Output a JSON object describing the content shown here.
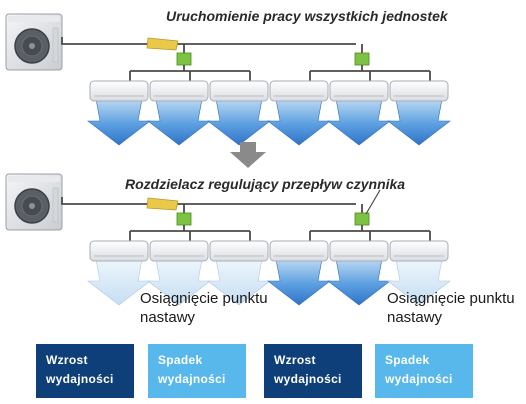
{
  "captions": {
    "top": "Uruchomienie pracy wszystkich jednostek",
    "bottom": "Rozdzielacz regulujący przepływ czynnika"
  },
  "setpoint_note": {
    "line1": "Osiągnięcie punktu",
    "line2": "nastawy"
  },
  "capacity_boxes": [
    {
      "line1": "Wzrost",
      "line2": "wydajności"
    },
    {
      "line1": "Spadek",
      "line2": "wydajności"
    },
    {
      "line1": "Wzrost",
      "line2": "wydajności"
    },
    {
      "line1": "Spadek",
      "line2": "wydajności"
    }
  ],
  "colors": {
    "increase_box": "#0e3f78",
    "decrease_box": "#58b8ec",
    "pipe": "#4a4a4a",
    "branch_box": "#7dc242",
    "header_valve": "#e8c94a",
    "airflow_strong": "#3f88d8",
    "airflow_weak": "#cfe5f7",
    "down_arrow": "#8a8a8a"
  },
  "airflow_levels": {
    "top_row": [
      "strong",
      "strong",
      "strong",
      "strong",
      "strong",
      "strong"
    ],
    "bottom_row": [
      "weak",
      "weak",
      "weak",
      "strong",
      "strong",
      "weak"
    ]
  }
}
